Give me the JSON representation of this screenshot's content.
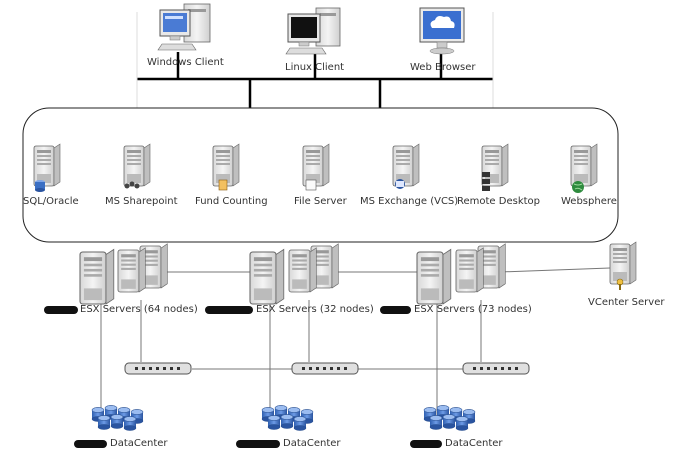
{
  "clients": [
    {
      "label": "Windows Client",
      "icon": "windows-desktop-icon"
    },
    {
      "label": "Linux Client",
      "icon": "linux-desktop-icon"
    },
    {
      "label": "Web Browser",
      "icon": "web-browser-monitor-icon"
    }
  ],
  "applications": [
    {
      "label": "SQL/Oracle",
      "icon": "database-server-icon"
    },
    {
      "label": "MS Sharepoint",
      "icon": "sharepoint-server-icon"
    },
    {
      "label": "Fund Counting",
      "icon": "fund-counting-server-icon"
    },
    {
      "label": "File Server",
      "icon": "file-server-icon"
    },
    {
      "label": "MS Exchange (VCS)",
      "icon": "exchange-server-icon"
    },
    {
      "label": "Remote Desktop",
      "icon": "remote-desktop-server-icon"
    },
    {
      "label": "Websphere",
      "icon": "websphere-server-icon"
    }
  ],
  "clusters": [
    {
      "label": "ESX Servers (64 nodes)"
    },
    {
      "label": "ESX Servers (32 nodes)"
    },
    {
      "label": "ESX Servers (73 nodes)"
    }
  ],
  "vcenter": {
    "label": "VCenter Server",
    "icon": "vcenter-server-icon"
  },
  "datacenters": [
    {
      "label": "DataCenter"
    },
    {
      "label": "DataCenter"
    },
    {
      "label": "DataCenter"
    }
  ],
  "colors": {
    "line": "#000000",
    "thin_line": "#555555",
    "server_body": "#e6e6e6",
    "server_stroke": "#666666",
    "disk_blue": "#3b6fc4",
    "screen_blue": "#4a7bd4"
  }
}
